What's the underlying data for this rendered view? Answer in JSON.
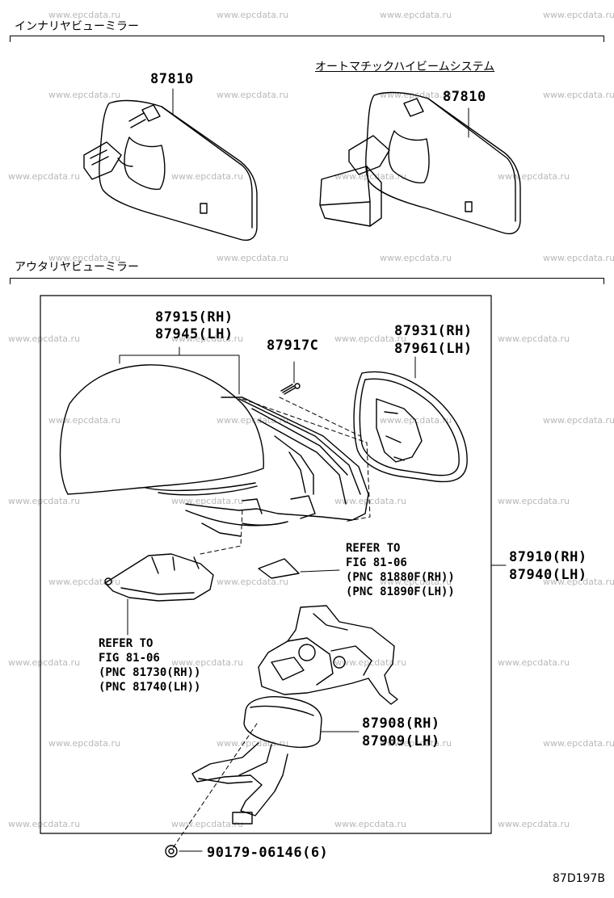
{
  "watermark": "www.epcdata.ru",
  "sections": {
    "inner": {
      "title": "インナリヤビューミラー"
    },
    "outer": {
      "title": "アウタリヤビューミラー"
    }
  },
  "subtitle_auto_high_beam": "オートマチックハイビームシステム",
  "parts": {
    "inner_mirror_left": "87810",
    "inner_mirror_right": "87810",
    "cover_rh": "87915(RH)",
    "cover_lh": "87945(LH)",
    "screw": "87917C",
    "glass_rh": "87931(RH)",
    "glass_lh": "87961(LH)",
    "assy_rh": "87910(RH)",
    "assy_lh": "87940(LH)",
    "base_rh": "87908(RH)",
    "base_lh": "87909(LH)",
    "clip": "90179-06146(6)"
  },
  "refs": {
    "ref1": {
      "line1": "REFER TO",
      "line2": "FIG 81-06",
      "line3": "(PNC 81880F(RH))",
      "line4": "(PNC 81890F(LH))"
    },
    "ref2": {
      "line1": "REFER TO",
      "line2": "FIG 81-06",
      "line3": "(PNC 81730(RH))",
      "line4": "(PNC 81740(LH))"
    }
  },
  "diagram_code": "87D197B"
}
